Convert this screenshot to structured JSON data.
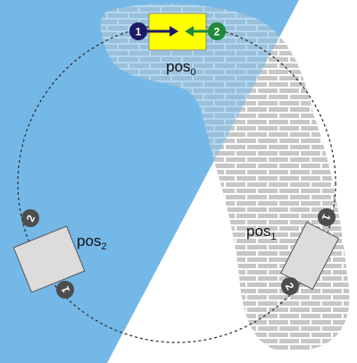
{
  "colors": {
    "blue_region": "#74b8e8",
    "brick_gray": "#c7c7c7",
    "brick_mortar": "#ffffff",
    "circle_path": "#333333",
    "yellow_block": "#ffff00",
    "gray_block": "#dcdcdc",
    "marker_navy": "#1d1a66",
    "marker_green": "#1e8a3a",
    "marker_dark": "#4d4d4d"
  },
  "positions": [
    {
      "base": "pos",
      "sub": "0"
    },
    {
      "base": "pos",
      "sub": "1"
    },
    {
      "base": "pos",
      "sub": "2"
    }
  ],
  "markers": {
    "top_left": "1",
    "top_right": "2",
    "right_top": "1",
    "right_bottom": "2",
    "left_top": "2",
    "left_bottom": "1"
  },
  "icons": {
    "arrow_right": "arrow-right-icon",
    "arrow_left": "arrow-left-icon"
  }
}
